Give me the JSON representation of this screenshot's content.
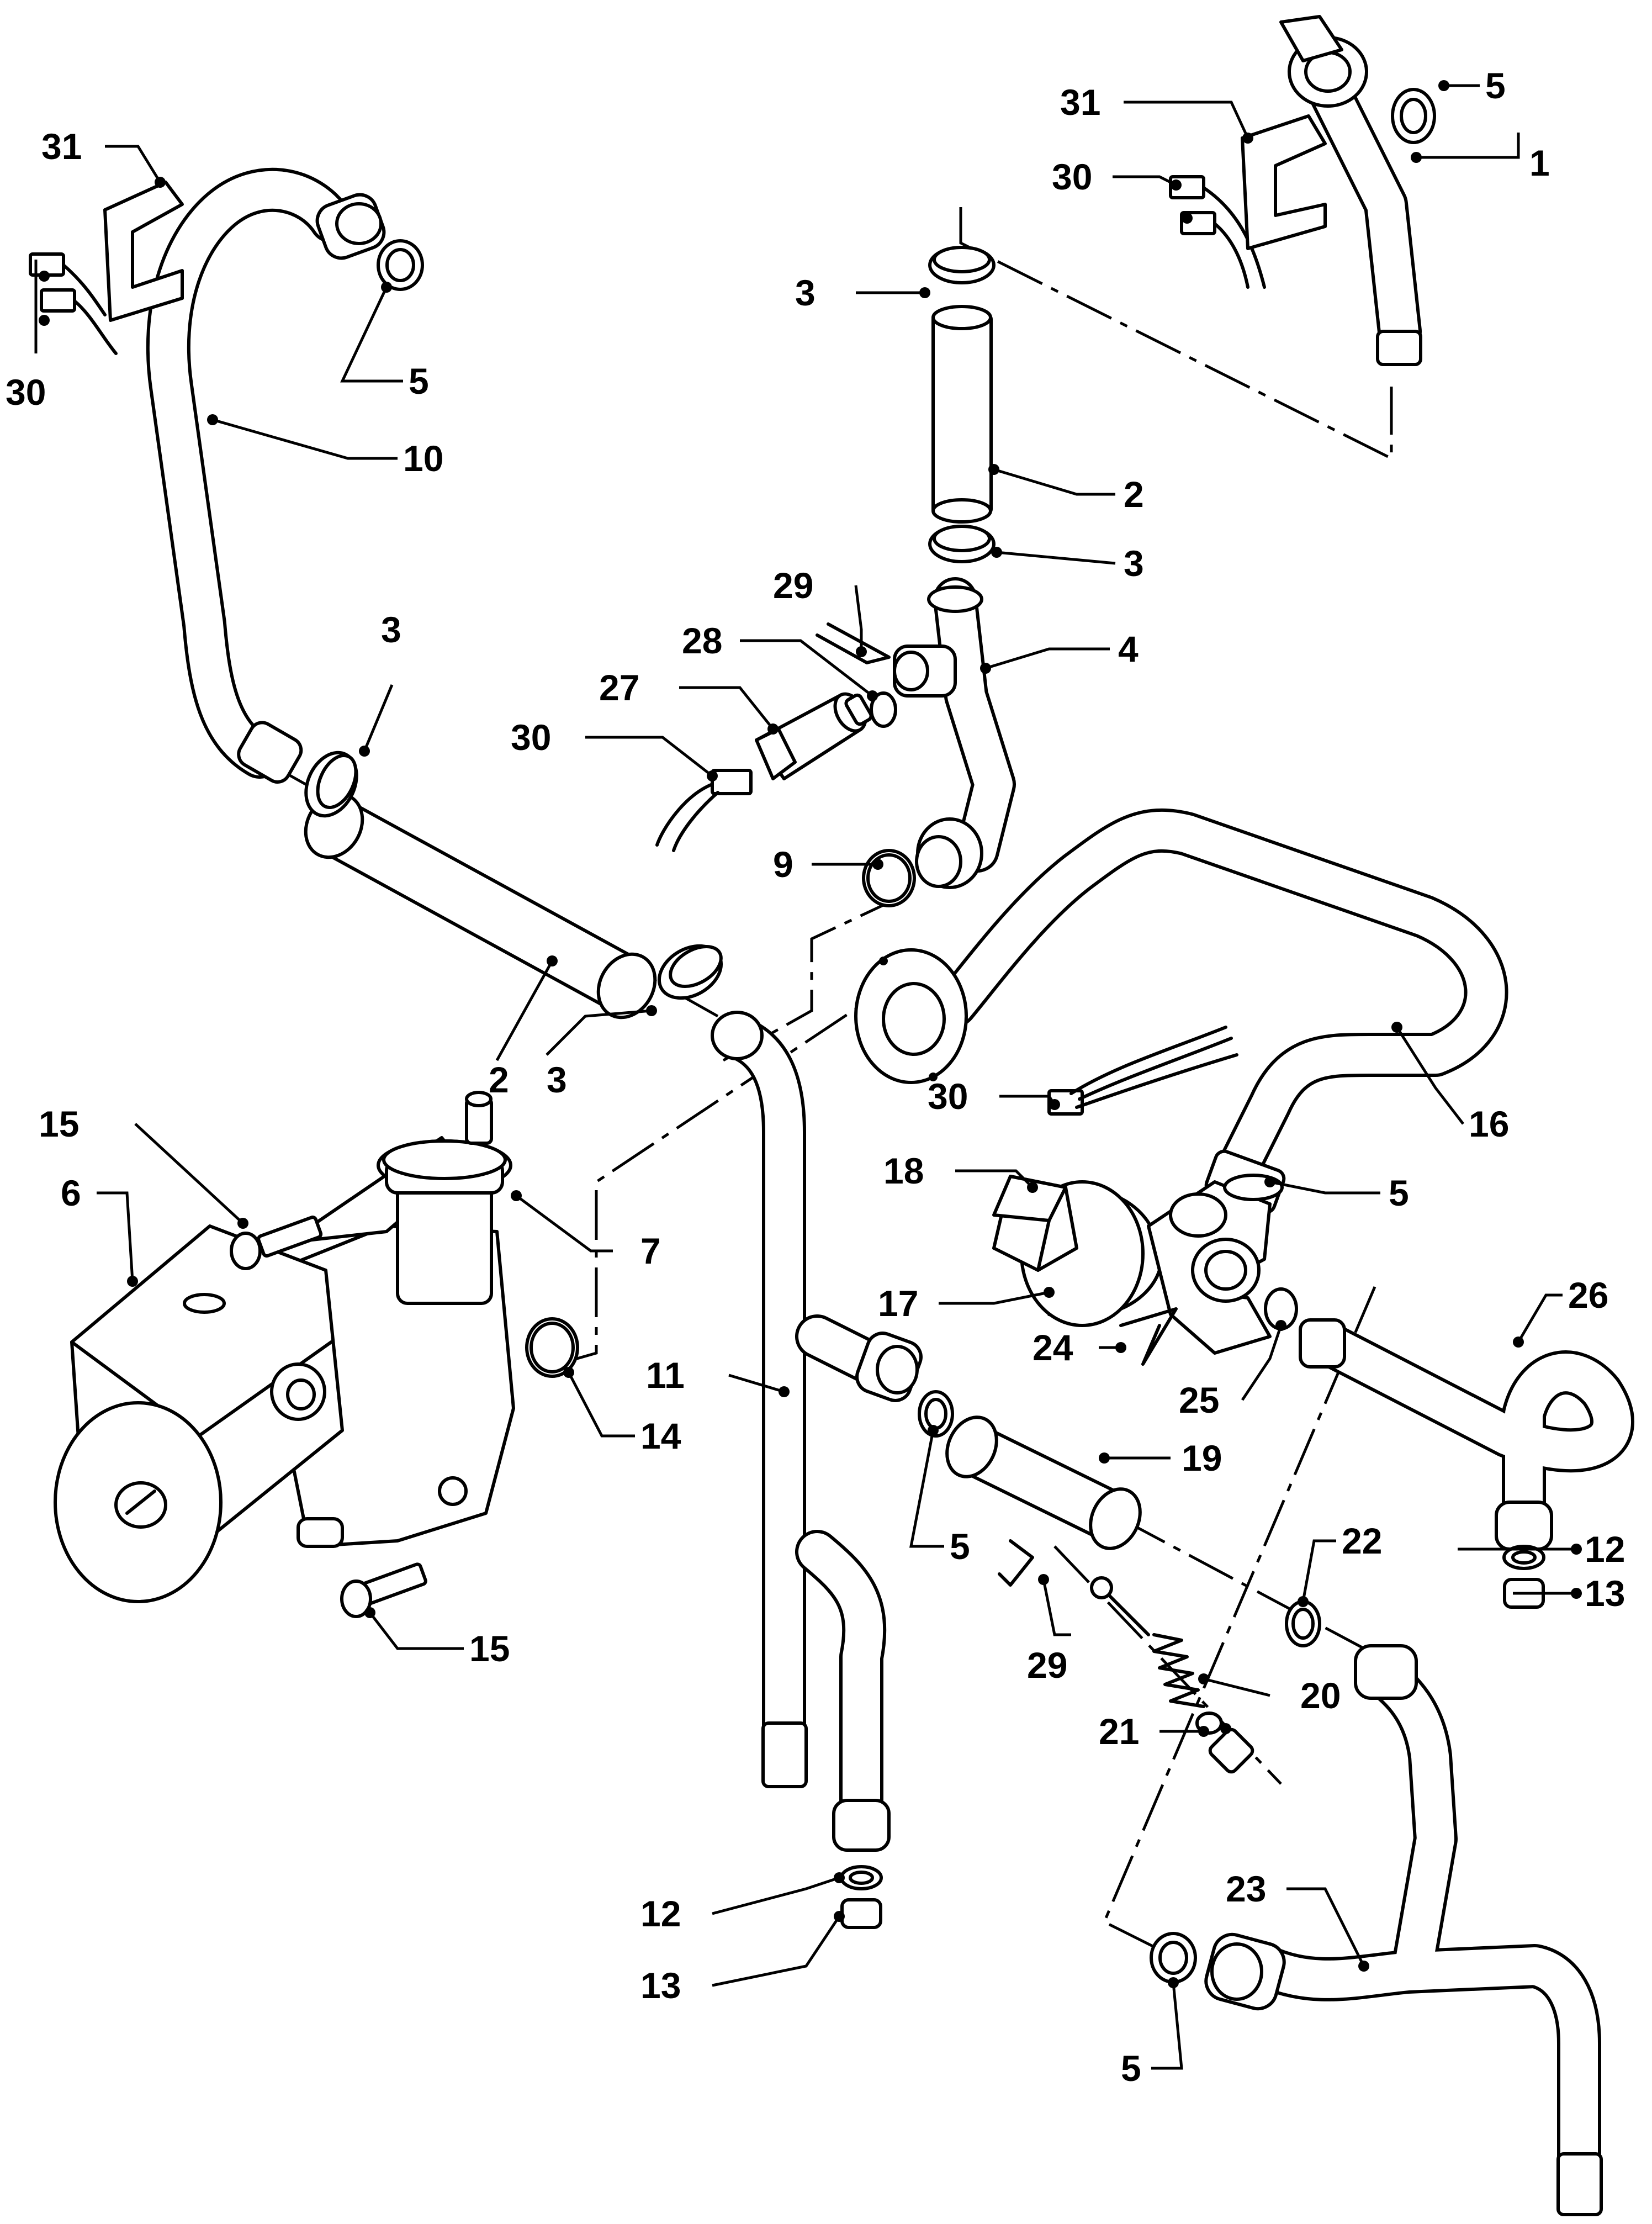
{
  "diagram": {
    "callouts": [
      {
        "id": "c1",
        "label": "1"
      },
      {
        "id": "c5a",
        "label": "5"
      },
      {
        "id": "c31a",
        "label": "31"
      },
      {
        "id": "c30a",
        "label": "30"
      },
      {
        "id": "c31b",
        "label": "31"
      },
      {
        "id": "c30b",
        "label": "30"
      },
      {
        "id": "c5b",
        "label": "5"
      },
      {
        "id": "c10",
        "label": "10"
      },
      {
        "id": "c3a",
        "label": "3"
      },
      {
        "id": "c2a",
        "label": "2"
      },
      {
        "id": "c3b",
        "label": "3"
      },
      {
        "id": "c29a",
        "label": "29"
      },
      {
        "id": "c4",
        "label": "4"
      },
      {
        "id": "c28",
        "label": "28"
      },
      {
        "id": "c27",
        "label": "27"
      },
      {
        "id": "c30c",
        "label": "30"
      },
      {
        "id": "c9",
        "label": "9"
      },
      {
        "id": "c3c",
        "label": "3"
      },
      {
        "id": "c2b",
        "label": "2"
      },
      {
        "id": "c3d",
        "label": "3"
      },
      {
        "id": "c15a",
        "label": "15"
      },
      {
        "id": "c6",
        "label": "6"
      },
      {
        "id": "c7",
        "label": "7"
      },
      {
        "id": "c16",
        "label": "16"
      },
      {
        "id": "c30d",
        "label": "30"
      },
      {
        "id": "c18",
        "label": "18"
      },
      {
        "id": "c5c",
        "label": "5"
      },
      {
        "id": "c17",
        "label": "17"
      },
      {
        "id": "c26",
        "label": "26"
      },
      {
        "id": "c24",
        "label": "24"
      },
      {
        "id": "c25",
        "label": "25"
      },
      {
        "id": "c11",
        "label": "11"
      },
      {
        "id": "c14",
        "label": "14"
      },
      {
        "id": "c19",
        "label": "19"
      },
      {
        "id": "c12a",
        "label": "12"
      },
      {
        "id": "c13a",
        "label": "13"
      },
      {
        "id": "c5d",
        "label": "5"
      },
      {
        "id": "c22",
        "label": "22"
      },
      {
        "id": "c15b",
        "label": "15"
      },
      {
        "id": "c29b",
        "label": "29"
      },
      {
        "id": "c20",
        "label": "20"
      },
      {
        "id": "c21",
        "label": "21"
      },
      {
        "id": "c23",
        "label": "23"
      },
      {
        "id": "c12b",
        "label": "12"
      },
      {
        "id": "c13b",
        "label": "13"
      },
      {
        "id": "c5e",
        "label": "5"
      }
    ]
  }
}
